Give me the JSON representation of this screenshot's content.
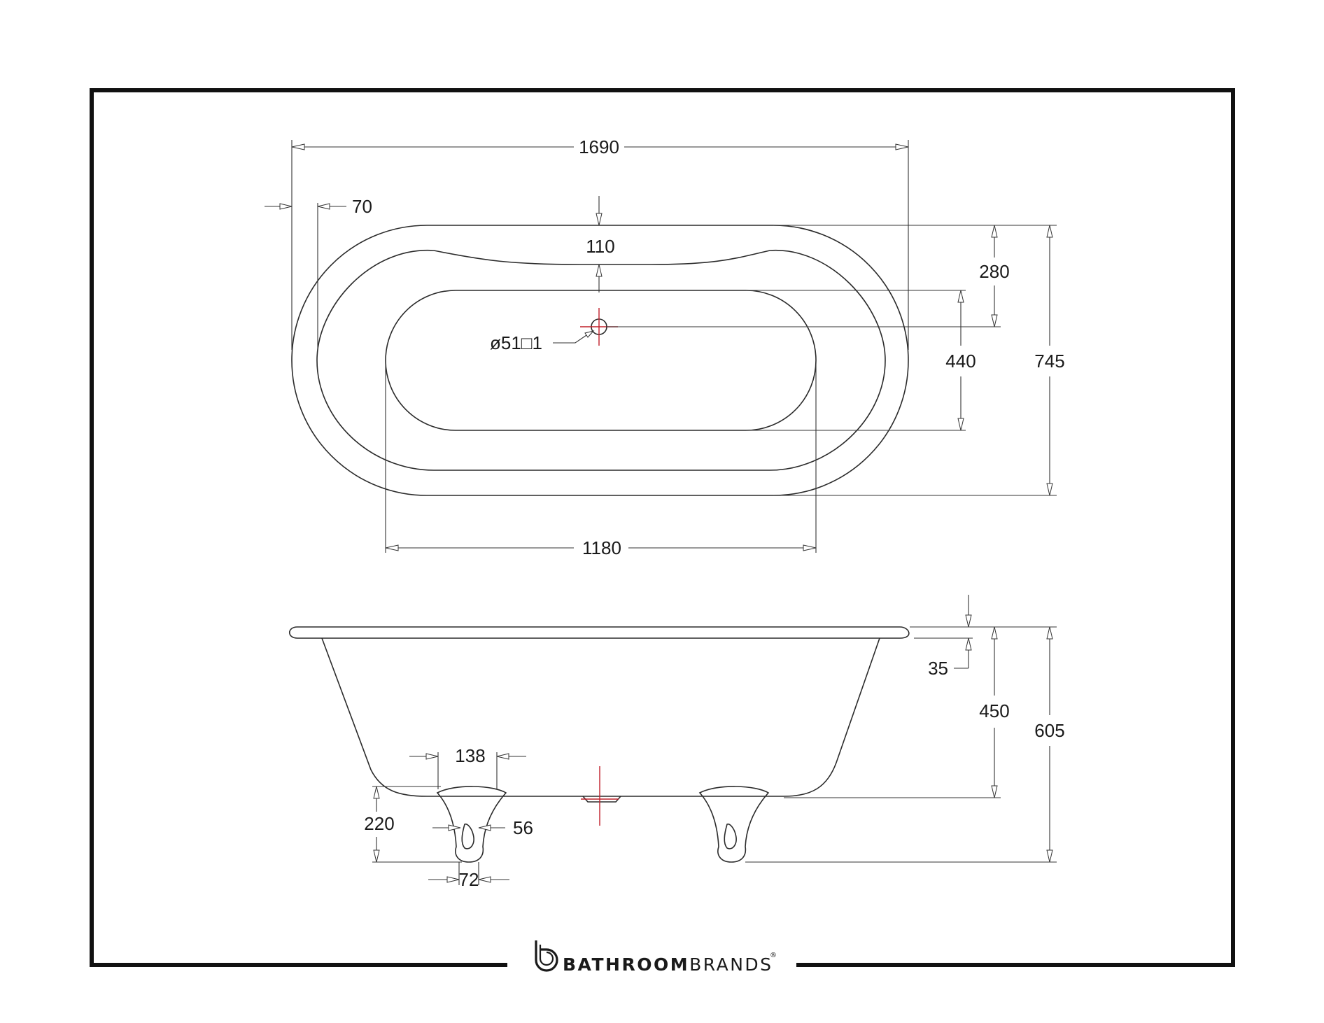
{
  "brand": {
    "name_bold": "BATHROOM",
    "name_light": "BRANDS",
    "registered": "®",
    "logo_icon": "bathroombrands-b-logo-icon"
  },
  "diagram": {
    "plan_view": {
      "overall_length": "1690",
      "rim_offset": "70",
      "rim_width_top": "110",
      "overall_width": "745",
      "outer_to_waste": "280",
      "inner_width": "440",
      "inner_length": "1180",
      "waste_callout": "ø51□1"
    },
    "side_view": {
      "overall_height": "605",
      "body_height": "450",
      "rim_thickness": "35",
      "foot_spacing": "138",
      "foot_height": "220",
      "foot_width": "56",
      "foot_base": "72"
    }
  },
  "colors": {
    "line": "#2b2b2b",
    "centre_mark": "#c0202a",
    "frame": "#111111"
  }
}
